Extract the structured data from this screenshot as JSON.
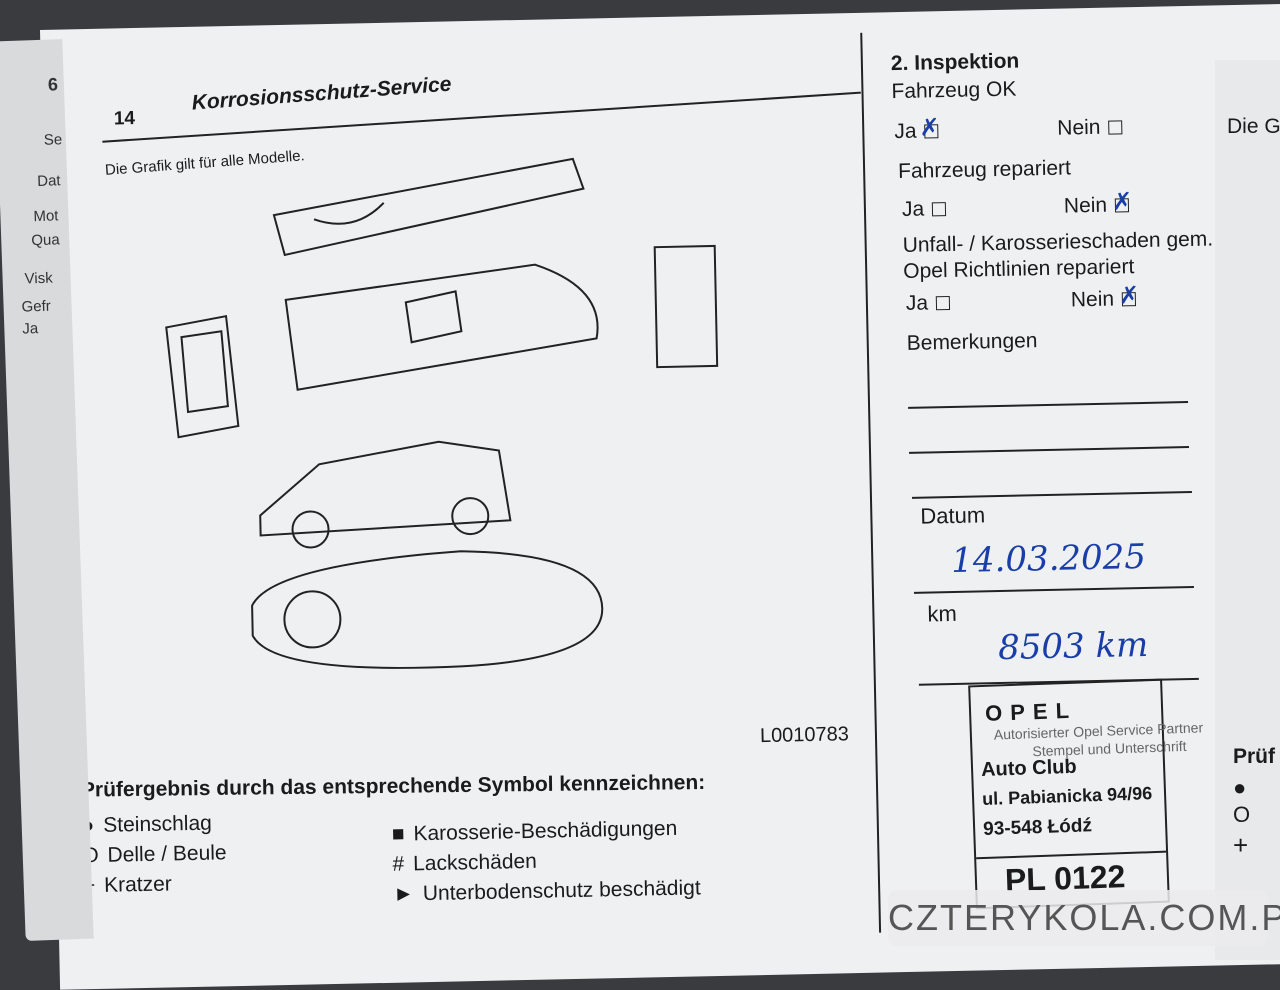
{
  "left_page": {
    "page_number": "6",
    "fragments": [
      "Se",
      "Dat",
      "Mot",
      "Qua",
      "Visk",
      "Gefr",
      "Ja"
    ]
  },
  "header": {
    "page_number": "14",
    "title": "Korrosionsschutz-Service"
  },
  "subtitle": "Die Grafik gilt für alle Modelle.",
  "figure_code": "L0010783",
  "legend": {
    "title": "Prüfergebnis durch das entsprechende Symbol kennzeichnen:",
    "items": [
      {
        "symbol": "●",
        "label": "Steinschlag"
      },
      {
        "symbol": "O",
        "label": "Delle / Beule"
      },
      {
        "symbol": "+",
        "label": "Kratzer"
      },
      {
        "symbol": "■",
        "label": "Karosserie-Beschädigungen"
      },
      {
        "symbol": "#",
        "label": "Lackschäden"
      },
      {
        "symbol": "►",
        "label": "Unterbodenschutz beschädigt"
      }
    ]
  },
  "inspection": {
    "title": "2. Inspektion",
    "q1": {
      "label": "Fahrzeug OK",
      "yes": "Ja",
      "no": "Nein",
      "checked": "yes"
    },
    "q2": {
      "label": "Fahrzeug repariert",
      "yes": "Ja",
      "no": "Nein",
      "checked": "no"
    },
    "q3": {
      "label1": "Unfall- / Karosserieschaden gem.",
      "label2": "Opel Richtlinien repariert",
      "yes": "Ja",
      "no": "Nein",
      "checked": "no"
    },
    "remarks_label": "Bemerkungen",
    "date_label": "Datum",
    "date_value": "14.03.2025",
    "km_label": "km",
    "km_value": "8503 km"
  },
  "stamp": {
    "brand": "OPEL",
    "line1": "Autorisierter Opel Service Partner",
    "line2": "Stempel und Unterschrift",
    "name": "Auto Club",
    "street": "ul. Pabianicka 94/96",
    "city": "93-548 Łódź",
    "code": "PL 0122"
  },
  "right_page": {
    "fragment1": "Die G",
    "fragment2": "Prüf",
    "symbols": [
      "●",
      "O",
      "+"
    ]
  },
  "watermark": "CZTERYKOLA.COM.PL",
  "colors": {
    "ink": "#1a3ea8",
    "paper": "#eef0f2"
  }
}
